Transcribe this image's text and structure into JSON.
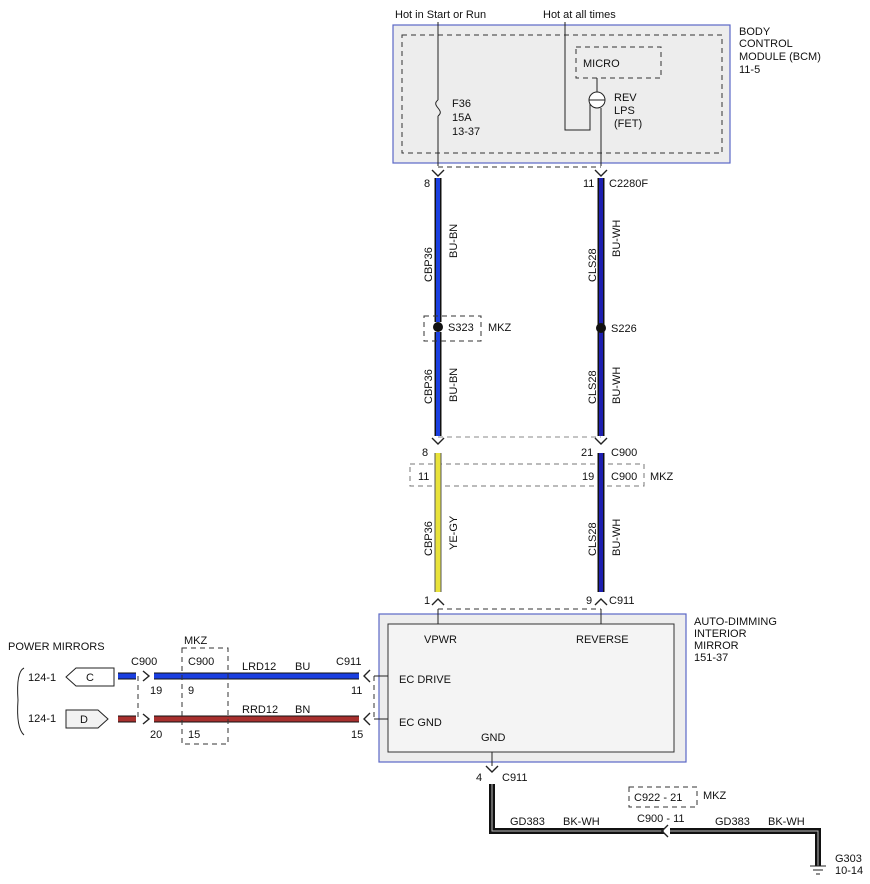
{
  "top_labels": {
    "hot_run": "Hot in Start or Run",
    "hot_all": "Hot at all times"
  },
  "bcm": {
    "name_lines": [
      "BODY",
      "CONTROL",
      "MODULE (BCM)",
      "11-5"
    ],
    "micro": "MICRO",
    "fuse_lines": [
      "F36",
      "15A",
      "13-37"
    ],
    "rev_lines": [
      "REV",
      "LPS",
      "(FET)"
    ]
  },
  "connectors": {
    "c2280f": "C2280F",
    "c900": "C900",
    "c911": "C911",
    "c922_21": "C922 - 21",
    "c900_11": "C900 -  11"
  },
  "pins": {
    "p8_top": "8",
    "p11_top": "11",
    "p8_mid": "8",
    "p21_mid": "21",
    "p11_mkz": "11",
    "p19_mkz": "19",
    "p1_bot": "1",
    "p9_bot": "9",
    "p19_left": "19",
    "p9_left": "9",
    "p11_right": "11",
    "p20_left": "20",
    "p15_left": "15",
    "p15_right": "15",
    "p4_gnd": "4"
  },
  "splices": {
    "s323": "S323",
    "s226": "S226"
  },
  "mkz": "MKZ",
  "wires": {
    "cbp36": "CBP36",
    "bu_bn": "BU-BN",
    "cls28": "CLS28",
    "bu_wh": "BU-WH",
    "ye_gy": "YE-GY",
    "lrd12": "LRD12",
    "bu": "BU",
    "rrd12": "RRD12",
    "bn": "BN",
    "gd383": "GD383",
    "bk_wh": "BK-WH"
  },
  "mirror": {
    "name_lines": [
      "AUTO-DIMMING",
      "INTERIOR",
      "MIRROR",
      "151-37"
    ],
    "vpwr": "VPWR",
    "reverse": "REVERSE",
    "ec_drive": "EC DRIVE",
    "ec_gnd": "EC GND",
    "gnd": "GND"
  },
  "power_mirrors": {
    "title": "POWER MIRRORS",
    "ref_c": "124-1",
    "ref_d": "124-1",
    "tag_c": "C",
    "tag_d": "D"
  },
  "ground": {
    "name": "G303",
    "ref": "10-14"
  },
  "colors": {
    "blue": "#1d1fb0",
    "bright_blue": "#1a3fe0",
    "yellow": "#e8e23a",
    "brown": "#a8302e",
    "black": "#111111"
  }
}
